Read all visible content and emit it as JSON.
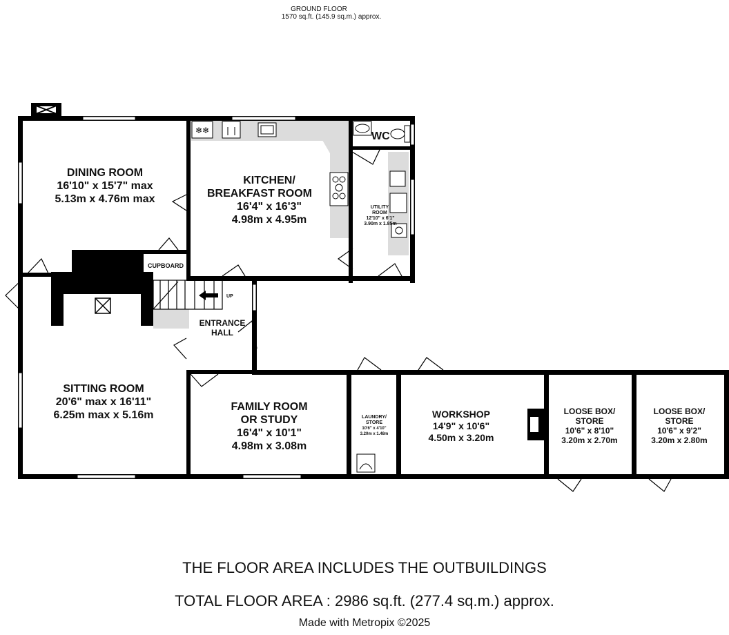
{
  "header": {
    "floor_name": "GROUND FLOOR",
    "floor_area": "1570 sq.ft. (145.9 sq.m.) approx."
  },
  "rooms": {
    "dining": {
      "name": "DINING ROOM",
      "imperial": "16'10\"  x 15'7\" max",
      "metric": "5.13m  x 4.76m max"
    },
    "kitchen": {
      "name_line1": "KITCHEN/",
      "name_line2": "BREAKFAST ROOM",
      "imperial": "16'4\"  x 16'3\"",
      "metric": "4.98m  x 4.95m"
    },
    "wc": {
      "name": "WC"
    },
    "utility": {
      "name_line1": "UTILITY",
      "name_line2": "ROOM",
      "imperial": "12'10\"  x 6'1\"",
      "metric": "3.90m  x 1.85m"
    },
    "cupboard": {
      "name": "CUPBOARD"
    },
    "entrance": {
      "name_line1": "ENTRANCE",
      "name_line2": "HALL",
      "stairs": "UP"
    },
    "sitting": {
      "name": "SITTING ROOM",
      "imperial": "20'6\" max x 16'11\"",
      "metric": "6.25m max x 5.16m"
    },
    "family": {
      "name_line1": "FAMILY ROOM",
      "name_line2": "OR STUDY",
      "imperial": "16'4\"  x 10'1\"",
      "metric": "4.98m  x 3.08m"
    },
    "laundry": {
      "name_line1": "LAUNDRY/",
      "name_line2": "STORE",
      "imperial": "10'6\"  x 4'10\"",
      "metric": "3.20m  x 1.48m"
    },
    "workshop": {
      "name": "WORKSHOP",
      "imperial": "14'9\"  x 10'6\"",
      "metric": "4.50m  x 3.20m"
    },
    "loose_box_1": {
      "name_line1": "LOOSE BOX/",
      "name_line2": "STORE",
      "imperial": "10'6\"  x 8'10\"",
      "metric": "3.20m  x 2.70m"
    },
    "loose_box_2": {
      "name_line1": "LOOSE BOX/",
      "name_line2": "STORE",
      "imperial": "10'6\"  x 9'2\"",
      "metric": "3.20m  x 2.80m"
    }
  },
  "footer": {
    "note": "THE FLOOR AREA INCLUDES THE OUTBUILDINGS",
    "total": "TOTAL FLOOR AREA : 2986 sq.ft. (277.4 sq.m.) approx.",
    "credit": "Made with Metropix ©2025"
  },
  "colors": {
    "wall": "#000000",
    "worktop": "#dcdcdc",
    "background": "#ffffff"
  },
  "icons": [
    "door-swing-icon",
    "window-icon",
    "stairs-icon",
    "sink-icon",
    "hob-icon",
    "toilet-icon",
    "basin-icon",
    "fridge-freezer-icon",
    "wine-cooler-icon",
    "skylight-icon",
    "fireplace-icon",
    "washing-machine-icon",
    "stove-icon",
    "arrow-up-icon"
  ]
}
